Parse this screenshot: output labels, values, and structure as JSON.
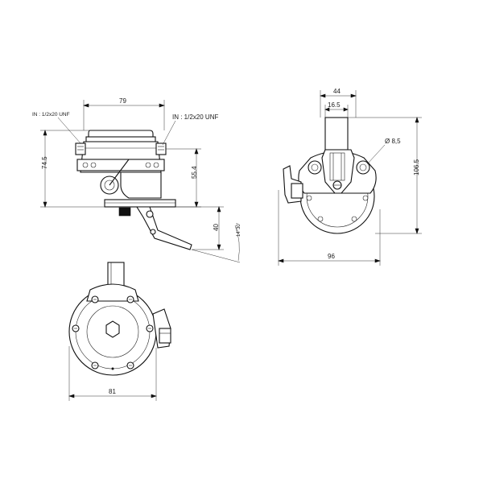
{
  "dimensions": {
    "side_width": "79",
    "side_height": "74.5",
    "side_mid_height": "55.4",
    "lever_height": "40",
    "lever_angle": "14°30'",
    "front_width": "44",
    "front_inner_width": "16.5",
    "hole_diameter": "Ø 8,5",
    "front_height": "106.5",
    "front_base_width": "96",
    "bottom_width": "81"
  },
  "notes": {
    "inlet_left": "IN : 1/2x20 UNF",
    "inlet_right": "IN : 1/2x20 UNF"
  },
  "colors": {
    "line": "#111111",
    "background": "#ffffff"
  }
}
